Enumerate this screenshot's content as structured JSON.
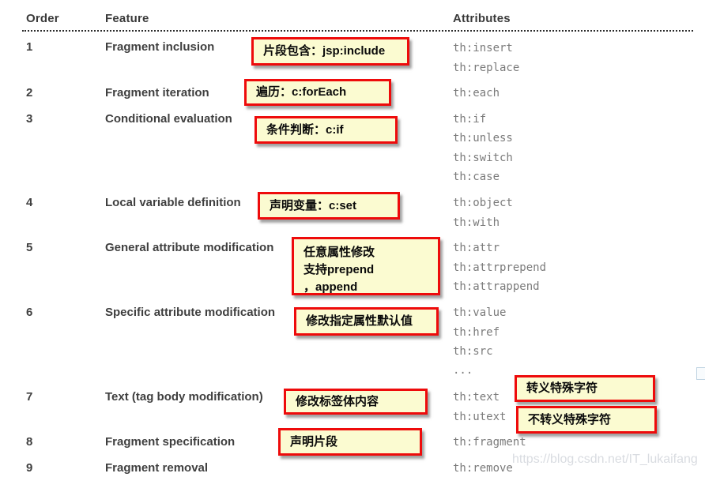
{
  "table": {
    "headers": {
      "order": "Order",
      "feature": "Feature",
      "attributes": "Attributes"
    },
    "rows": [
      {
        "order": "1",
        "feature": "Fragment inclusion",
        "attributes": [
          "th:insert",
          "th:replace"
        ]
      },
      {
        "order": "2",
        "feature": "Fragment iteration",
        "attributes": [
          "th:each"
        ]
      },
      {
        "order": "3",
        "feature": "Conditional evaluation",
        "attributes": [
          "th:if",
          "th:unless",
          "th:switch",
          "th:case"
        ]
      },
      {
        "order": "4",
        "feature": "Local variable definition",
        "attributes": [
          "th:object",
          "th:with"
        ]
      },
      {
        "order": "5",
        "feature": "General attribute modification",
        "attributes": [
          "th:attr",
          "th:attrprepend",
          "th:attrappend"
        ]
      },
      {
        "order": "6",
        "feature": "Specific attribute modification",
        "attributes": [
          "th:value",
          "th:href",
          "th:src",
          "..."
        ]
      },
      {
        "order": "7",
        "feature": "Text (tag body modification)",
        "attributes": [
          "th:text",
          "th:utext"
        ]
      },
      {
        "order": "8",
        "feature": "Fragment specification",
        "attributes": [
          "th:fragment"
        ]
      },
      {
        "order": "9",
        "feature": "Fragment removal",
        "attributes": [
          "th:remove"
        ]
      }
    ]
  },
  "annotations": {
    "fragment_inclusion": "片段包含：jsp:include",
    "fragment_iteration": "遍历：c:forEach",
    "conditional_evaluation": "条件判断：c:if",
    "local_variable": "声明变量：c:set",
    "general_attribute": "任意属性修改\n支持prepend\n，append",
    "specific_attribute": "修改指定属性默认值",
    "text_body": "修改标签体内容",
    "escape": "转义特殊字符",
    "no_escape": "不转义特殊字符",
    "fragment_spec": "声明片段"
  },
  "watermark": "https://blog.csdn.net/IT_lukaifang",
  "colors": {
    "note_background": "#fbfbd1",
    "note_border": "#ee0b0b",
    "attribute_text": "#7b7b7b",
    "heading_text": "#3a3a3a",
    "watermark_text": "#d9dce1"
  }
}
